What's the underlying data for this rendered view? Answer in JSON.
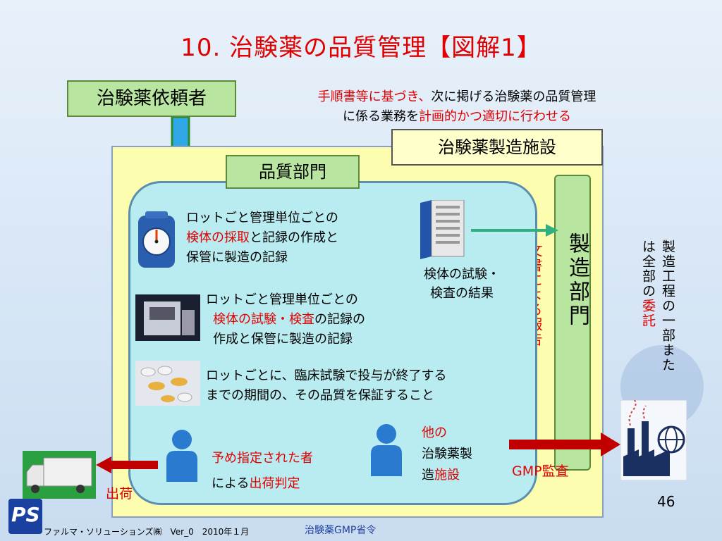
{
  "title": "10. 治験薬の品質管理【図解1】",
  "requester": "治験薬依頼者",
  "note": {
    "line1_red": "手順書等に基づき、",
    "line1_black": "次に掲げる治験薬の品質管理",
    "line2_black": "に係る業務を",
    "line2_red": "計画的かつ適切に行わせる"
  },
  "facility": "治験薬製造施設",
  "quality_dept": "品質部門",
  "items": [
    {
      "l1": "ロットごと管理単位ごとの",
      "l2_red": "検体の採取",
      "l2_black": "と記録の作成と",
      "l3": "保管に製造の記録"
    },
    {
      "l1": "ロットごと管理単位ごとの",
      "l2_red": "検体の試験・検査",
      "l2_black": "の記録の",
      "l3": "作成と保管に製造の記録"
    },
    {
      "l1": "ロットごとに、臨床試験で投与が終了する",
      "l2": "までの期間の、その品質を保証すること"
    }
  ],
  "doc_label": {
    "l1": "検体の試験・",
    "l2": "検査の結果"
  },
  "report": "文書による報告",
  "mfg_dept": "製造部門",
  "outsource": {
    "col1_black": "製造工程の一部ま",
    "col2_black": "たは全部の",
    "col2_red": "委託"
  },
  "person1": {
    "l1_red": "予め指定された者",
    "l2_black": "による",
    "l2_red": "出荷判定"
  },
  "person2": {
    "l1_red": "他の",
    "l2": "治験薬製",
    "l3_black": "造",
    "l3_red": "施設"
  },
  "gmp": "GMP監査",
  "ship": "出荷",
  "page_number": "46",
  "footer_left": "ファルマ・ソリューションズ㈱　Ver_0　2010年１月",
  "footer_center": "治験薬GMP省令",
  "logo_text": "PS",
  "colors": {
    "accent_red": "#e00000",
    "green_box": "#b8e6a0",
    "qa_fill": "#b8ecf0",
    "facility_fill": "#fdfdb0"
  }
}
